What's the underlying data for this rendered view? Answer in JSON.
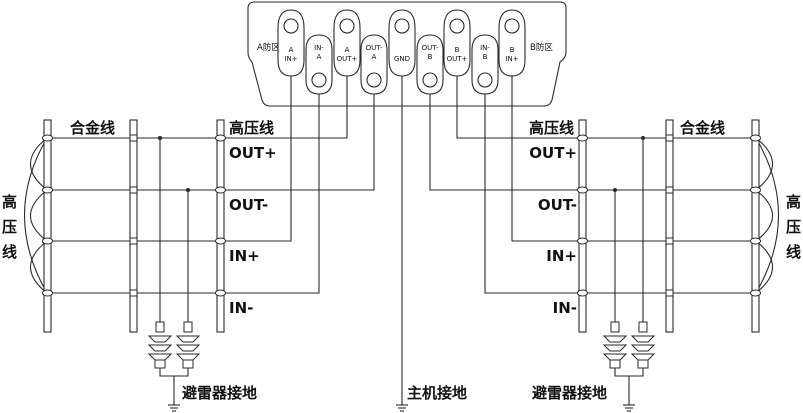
{
  "host": {
    "zone_a": "A防区",
    "zone_b": "B防区",
    "terminals": [
      {
        "id": "a-in-plus",
        "lines": [
          "A",
          "IN+"
        ]
      },
      {
        "id": "a-in-minus",
        "lines": [
          "IN-",
          "A"
        ]
      },
      {
        "id": "a-out-plus",
        "lines": [
          "A",
          "OUT+"
        ]
      },
      {
        "id": "a-out-minus",
        "lines": [
          "OUT-",
          "A"
        ]
      },
      {
        "id": "gnd",
        "lines": [
          "GND"
        ]
      },
      {
        "id": "b-out-minus",
        "lines": [
          "OUT-",
          "B"
        ]
      },
      {
        "id": "b-out-plus",
        "lines": [
          "B",
          "OUT+"
        ]
      },
      {
        "id": "b-in-minus",
        "lines": [
          "IN-",
          "B"
        ]
      },
      {
        "id": "b-in-plus",
        "lines": [
          "B",
          "IN+"
        ]
      }
    ]
  },
  "left": {
    "alloy_wire": "合金线",
    "hv_wire": "高压线",
    "side_label": [
      "高",
      "压",
      "线"
    ],
    "out_plus": "OUT+",
    "out_minus": "OUT-",
    "in_plus": "IN+",
    "in_minus": "IN-",
    "arrester_ground": "避雷器接地"
  },
  "right": {
    "alloy_wire": "合金线",
    "hv_wire": "高压线",
    "side_label": [
      "高",
      "压",
      "线"
    ],
    "out_plus": "OUT+",
    "out_minus": "OUT-",
    "in_plus": "IN+",
    "in_minus": "IN-",
    "arrester_ground": "避雷器接地"
  },
  "host_ground": "主机接地"
}
